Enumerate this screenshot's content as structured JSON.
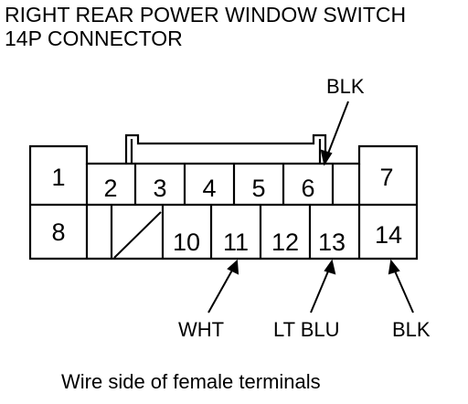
{
  "title_line1": "RIGHT REAR POWER WINDOW SWITCH",
  "title_line2": "14P CONNECTOR",
  "pins": {
    "p1": "1",
    "p2": "2",
    "p3": "3",
    "p4": "4",
    "p5": "5",
    "p6": "6",
    "p7": "7",
    "p8": "8",
    "p10": "10",
    "p11": "11",
    "p12": "12",
    "p13": "13",
    "p14": "14"
  },
  "wires": {
    "pin6": "BLK",
    "pin11": "WHT",
    "pin13": "LT BLU",
    "pin14": "BLK"
  },
  "caption": "Wire side of female terminals"
}
